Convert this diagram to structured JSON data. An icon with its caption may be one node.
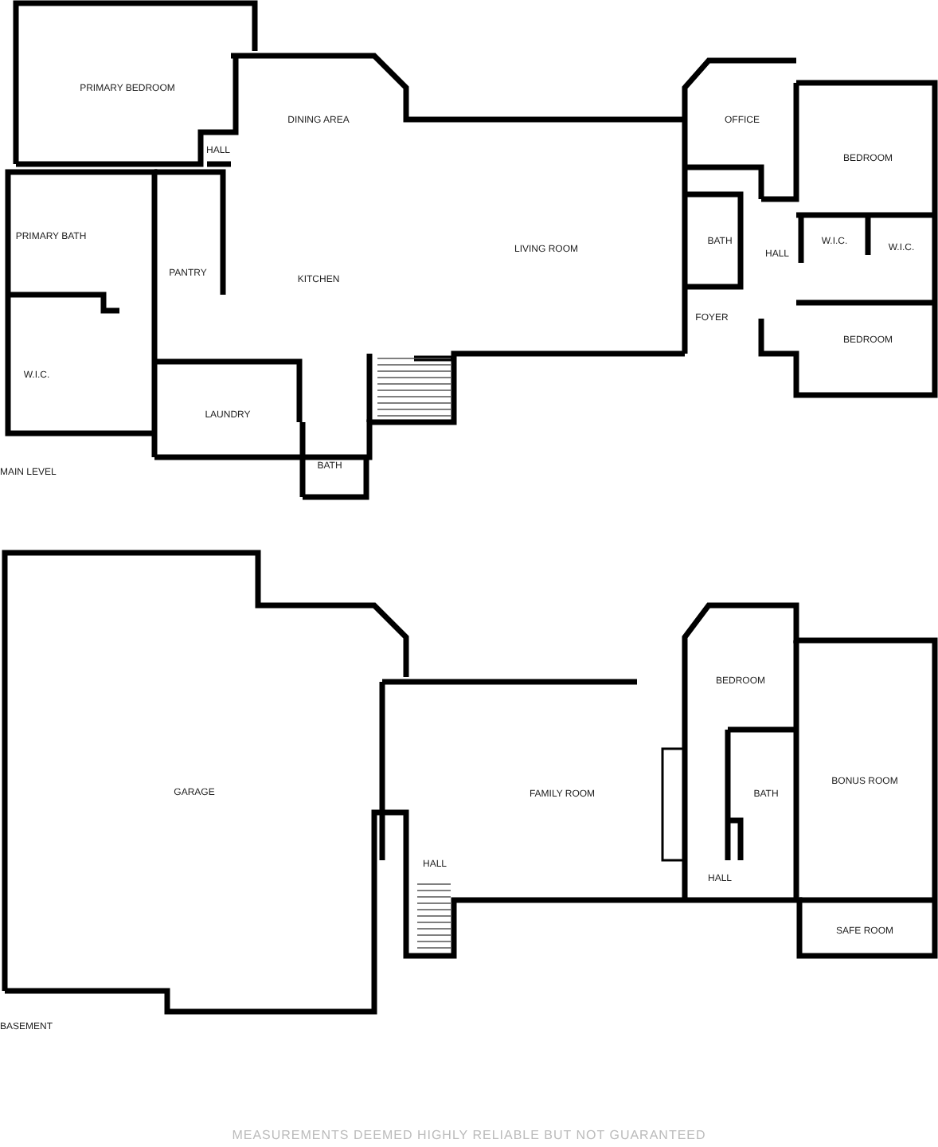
{
  "diagram": {
    "nodes": [
      {
        "text": [
          "PRIMARY BEDROOM"
        ]
      },
      {
        "text": [
          "HALL"
        ]
      },
      {
        "text": [
          "DINING AREA"
        ]
      },
      {
        "text": [
          "OFFICE"
        ]
      },
      {
        "text": [
          "BEDROOM"
        ]
      },
      {
        "text": [
          "PRIMARY BATH"
        ]
      },
      {
        "text": [
          "PANTRY"
        ]
      },
      {
        "text": [
          "KITCHEN"
        ]
      },
      {
        "text": [
          "LIVING ROOM"
        ]
      },
      {
        "text": [
          "BATH"
        ]
      },
      {
        "text": [
          "HALL"
        ]
      },
      {
        "text": [
          "W.I.C."
        ]
      },
      {
        "text": [
          "W.I.C."
        ]
      },
      {
        "text": [
          "FOYER"
        ]
      },
      {
        "text": [
          "BEDROOM"
        ]
      },
      {
        "text": [
          "W.I.C."
        ]
      },
      {
        "text": [
          "LAUNDRY"
        ]
      },
      {
        "text": [
          "BATH"
        ]
      },
      {
        "text": [
          "BEDROOM"
        ]
      },
      {
        "text": [
          "GARAGE"
        ]
      },
      {
        "text": [
          "HALL"
        ]
      },
      {
        "text": [
          "FAMILY ROOM"
        ]
      },
      {
        "text": [
          "BATH"
        ]
      },
      {
        "text": [
          "BONUS ROOM"
        ]
      },
      {
        "text": [
          "HALL"
        ]
      },
      {
        "text": [
          "SAFE ROOM"
        ]
      }
    ],
    "edges": [],
    "labels": [
      "MAIN LEVEL",
      "BASEMENT"
    ],
    "caption": "MEASUREMENTS DEEMED HIGHLY RELIABLE BUT NOT GUARANTEED"
  }
}
